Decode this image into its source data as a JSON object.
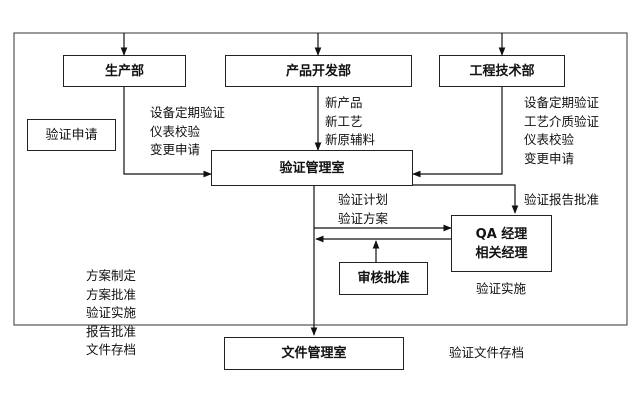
{
  "boxes": {
    "production": "生产部",
    "product_dev": "产品开发部",
    "engineering": "工程技术部",
    "validation_office": "验证管理室",
    "qa_manager_line1": "QA 经理",
    "qa_manager_line2": "相关经理",
    "review_approval": "审核批准",
    "document_office": "文件管理室",
    "validation_request": "验证申请"
  },
  "labels": {
    "production_items": [
      "设备定期验证",
      "仪表校验",
      "变更申请"
    ],
    "product_dev_items": [
      "新产品",
      "新工艺",
      "新原辅料"
    ],
    "engineering_items": [
      "设备定期验证",
      "工艺介质验证",
      "仪表校验",
      "变更申请"
    ],
    "report_approval": "验证报告批准",
    "plan_items": [
      "验证计划",
      "验证方案"
    ],
    "implementation": "验证实施",
    "process_steps": [
      "方案制定",
      "方案批准",
      "验证实施",
      "报告批准",
      "文件存档"
    ],
    "document_archive": "验证文件存档"
  }
}
